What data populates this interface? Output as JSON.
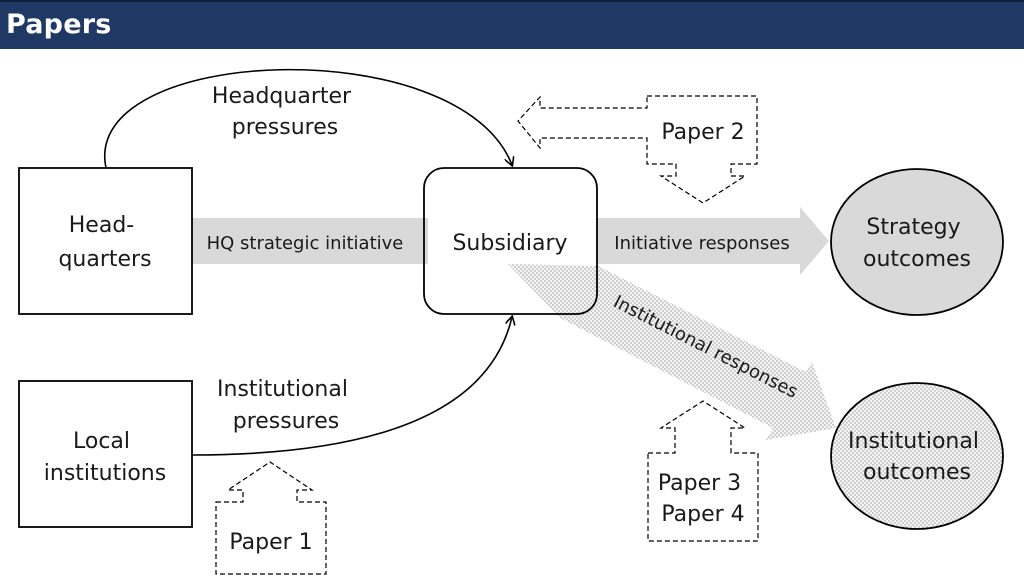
{
  "header": {
    "title": "Papers"
  },
  "diagram": {
    "nodes": {
      "headquarters": [
        "Head-",
        "quarters"
      ],
      "local_institutions": [
        "Local",
        "institutions"
      ],
      "subsidiary": "Subsidiary",
      "strategy_outcomes": [
        "Strategy",
        "outcomes"
      ],
      "institutional_outcomes": [
        "Institutional",
        "outcomes"
      ]
    },
    "flows": {
      "hq_strategic_initiative": "HQ strategic initiative",
      "initiative_responses": "Initiative responses",
      "institutional_responses": "Institutional responses"
    },
    "pressures": {
      "headquarter": [
        "Headquarter",
        "pressures"
      ],
      "institutional": [
        "Institutional",
        "pressures"
      ]
    },
    "papers": {
      "paper1": "Paper 1",
      "paper2": "Paper 2",
      "paper3": "Paper 3",
      "paper4": "Paper 4"
    },
    "colors": {
      "header_bg": "#1f3864",
      "flow_gray": "#d9d9d9",
      "node_gray": "#d9d9d9",
      "stroke": "#000000"
    }
  }
}
